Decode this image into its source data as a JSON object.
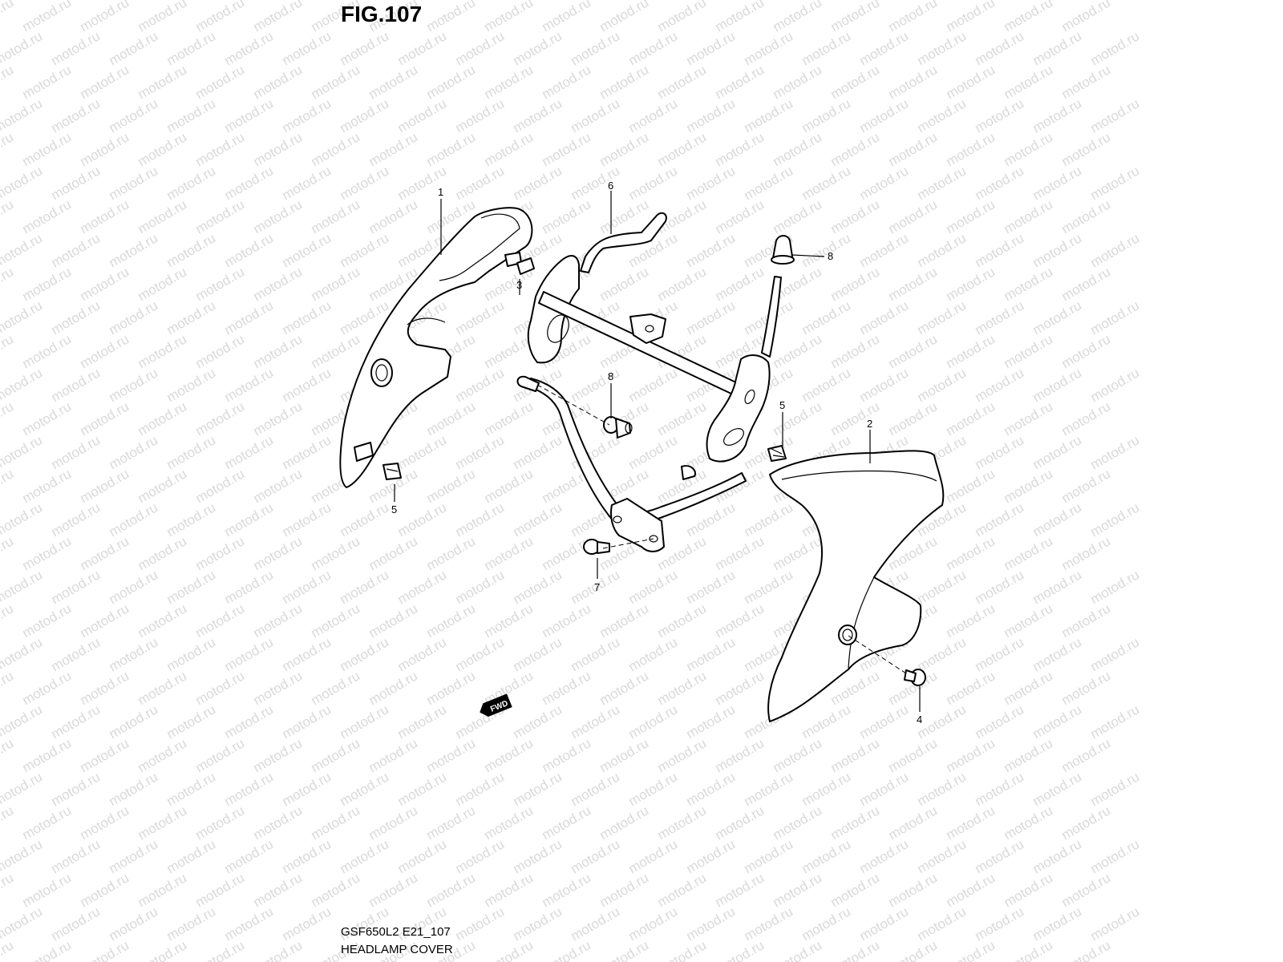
{
  "figure": {
    "title": "FIG.107",
    "model_code": "GSF650L2 E21_107",
    "section_name": "HEADLAMP COVER"
  },
  "watermark": {
    "text": "motod.ru",
    "color": "#d9d9d9"
  },
  "callouts": [
    {
      "id": "1",
      "label": "1"
    },
    {
      "id": "2",
      "label": "2"
    },
    {
      "id": "3",
      "label": "3"
    },
    {
      "id": "4",
      "label": "4"
    },
    {
      "id": "5a",
      "label": "5"
    },
    {
      "id": "5b",
      "label": "5"
    },
    {
      "id": "6",
      "label": "6"
    },
    {
      "id": "7",
      "label": "7"
    },
    {
      "id": "8a",
      "label": "8"
    },
    {
      "id": "8b",
      "label": "8"
    }
  ],
  "fwd_arrow": {
    "label": "FWD"
  },
  "icons": [
    "fwd-arrow-icon"
  ]
}
